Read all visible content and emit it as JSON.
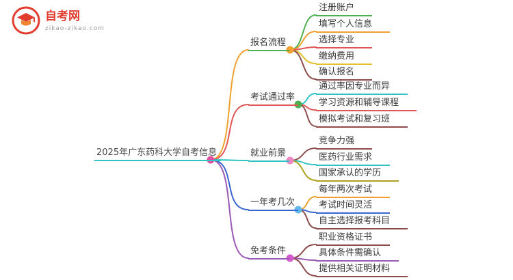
{
  "site": {
    "name": "自考网",
    "url": "zikao-zikao.com",
    "brand_color": "#e23c2e"
  },
  "mindmap": {
    "root": {
      "label": "2025年广东药科大学自考信息",
      "underline_color": "#2ec4c4",
      "dot_color": "#e0509e"
    },
    "branches": [
      {
        "label": "报名流程",
        "underline_color": "#4caf50",
        "dot_color": "#f0a02e",
        "link_color": "#f0a02e",
        "children": [
          {
            "label": "注册账户",
            "underline_color": "#4caf50"
          },
          {
            "label": "填写个人信息",
            "underline_color": "#f0a02e"
          },
          {
            "label": "选择专业",
            "underline_color": "#e05555"
          },
          {
            "label": "缴纳费用",
            "underline_color": "#e0c22e"
          },
          {
            "label": "确认报名",
            "underline_color": "#8d4b4b"
          }
        ]
      },
      {
        "label": "考试通过率",
        "underline_color": "#e05555",
        "dot_color": "#4caf50",
        "link_color": "#e05555",
        "children": [
          {
            "label": "通过率因专业而异",
            "underline_color": "#2ec4c4"
          },
          {
            "label": "学习资源和辅导课程",
            "underline_color": "#e05555"
          },
          {
            "label": "模拟考试和复习班",
            "underline_color": "#8d4b4b"
          }
        ]
      },
      {
        "label": "就业前景",
        "underline_color": "#2ec4c4",
        "dot_color": "#ef87c3",
        "link_color": "#2ec4c4",
        "children": [
          {
            "label": "竞争力强",
            "underline_color": "#8d4b4b"
          },
          {
            "label": "医药行业需求",
            "underline_color": "#2ec4c4"
          },
          {
            "label": "国家承认的学历",
            "underline_color": "#b0a020"
          }
        ]
      },
      {
        "label": "一年考几次",
        "underline_color": "#3a66d1",
        "dot_color": "#62b8e8",
        "link_color": "#3a66d1",
        "children": [
          {
            "label": "每年两次考试",
            "underline_color": "#f0a02e"
          },
          {
            "label": "考试时间灵活",
            "underline_color": "#3a66d1"
          },
          {
            "label": "自主选择报考科目",
            "underline_color": "#8d4b4b"
          }
        ]
      },
      {
        "label": "免考条件",
        "underline_color": "#9b59b6",
        "dot_color": "#d45ad0",
        "link_color": "#9b59b6",
        "children": [
          {
            "label": "职业资格证书",
            "underline_color": "#8d4b4b"
          },
          {
            "label": "具体条件需确认",
            "underline_color": "#9b59b6"
          },
          {
            "label": "提供相关证明材料",
            "underline_color": "#8d4b4b"
          }
        ]
      }
    ]
  }
}
